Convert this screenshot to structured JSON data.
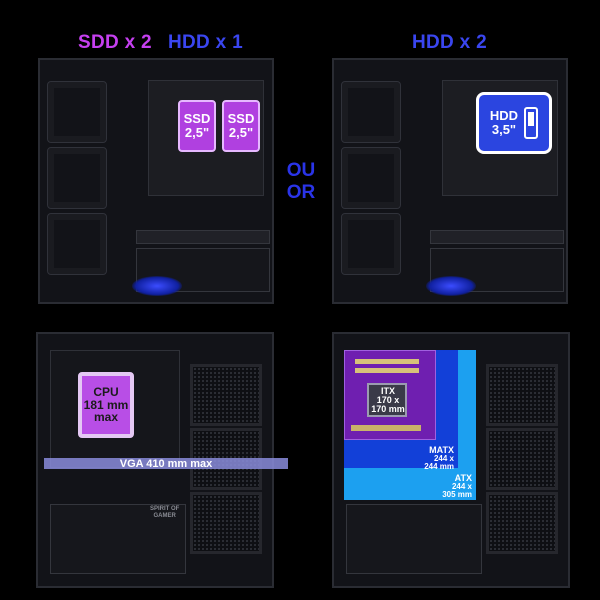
{
  "headers": {
    "left_ssd": "SDD x 2",
    "left_hdd": "HDD x 1",
    "right_hdd": "HDD x 2"
  },
  "center": {
    "ou": "OU",
    "or": "OR"
  },
  "top_left": {
    "ssd_1": {
      "name": "SSD",
      "size": "2,5\""
    },
    "ssd_2": {
      "name": "SSD",
      "size": "2,5\""
    }
  },
  "top_right": {
    "hdd": {
      "name": "HDD",
      "size": "3,5\""
    }
  },
  "bottom_left": {
    "cpu": {
      "line1": "CPU",
      "line2": "181 mm",
      "line3": "max"
    },
    "vga": "VGA 410 mm max",
    "shroud_text_1": "SPIRIT OF",
    "shroud_text_2": "GAMER"
  },
  "bottom_right": {
    "itx": {
      "name": "ITX",
      "dims": "170 x 170 mm"
    },
    "matx": {
      "name": "MATX",
      "dim1": "244 x",
      "dim2": "244 mm"
    },
    "atx": {
      "name": "ATX",
      "dim1": "244 x",
      "dim2": "305 mm"
    }
  },
  "colors": {
    "ssd_text": "#c640f0",
    "hdd_text": "#3a46f0",
    "ou_or": "#2a34e8",
    "atx_blue": "#1ca0f0",
    "matx_blue": "#1240d8",
    "itx_purple": "#6f1fb0"
  }
}
